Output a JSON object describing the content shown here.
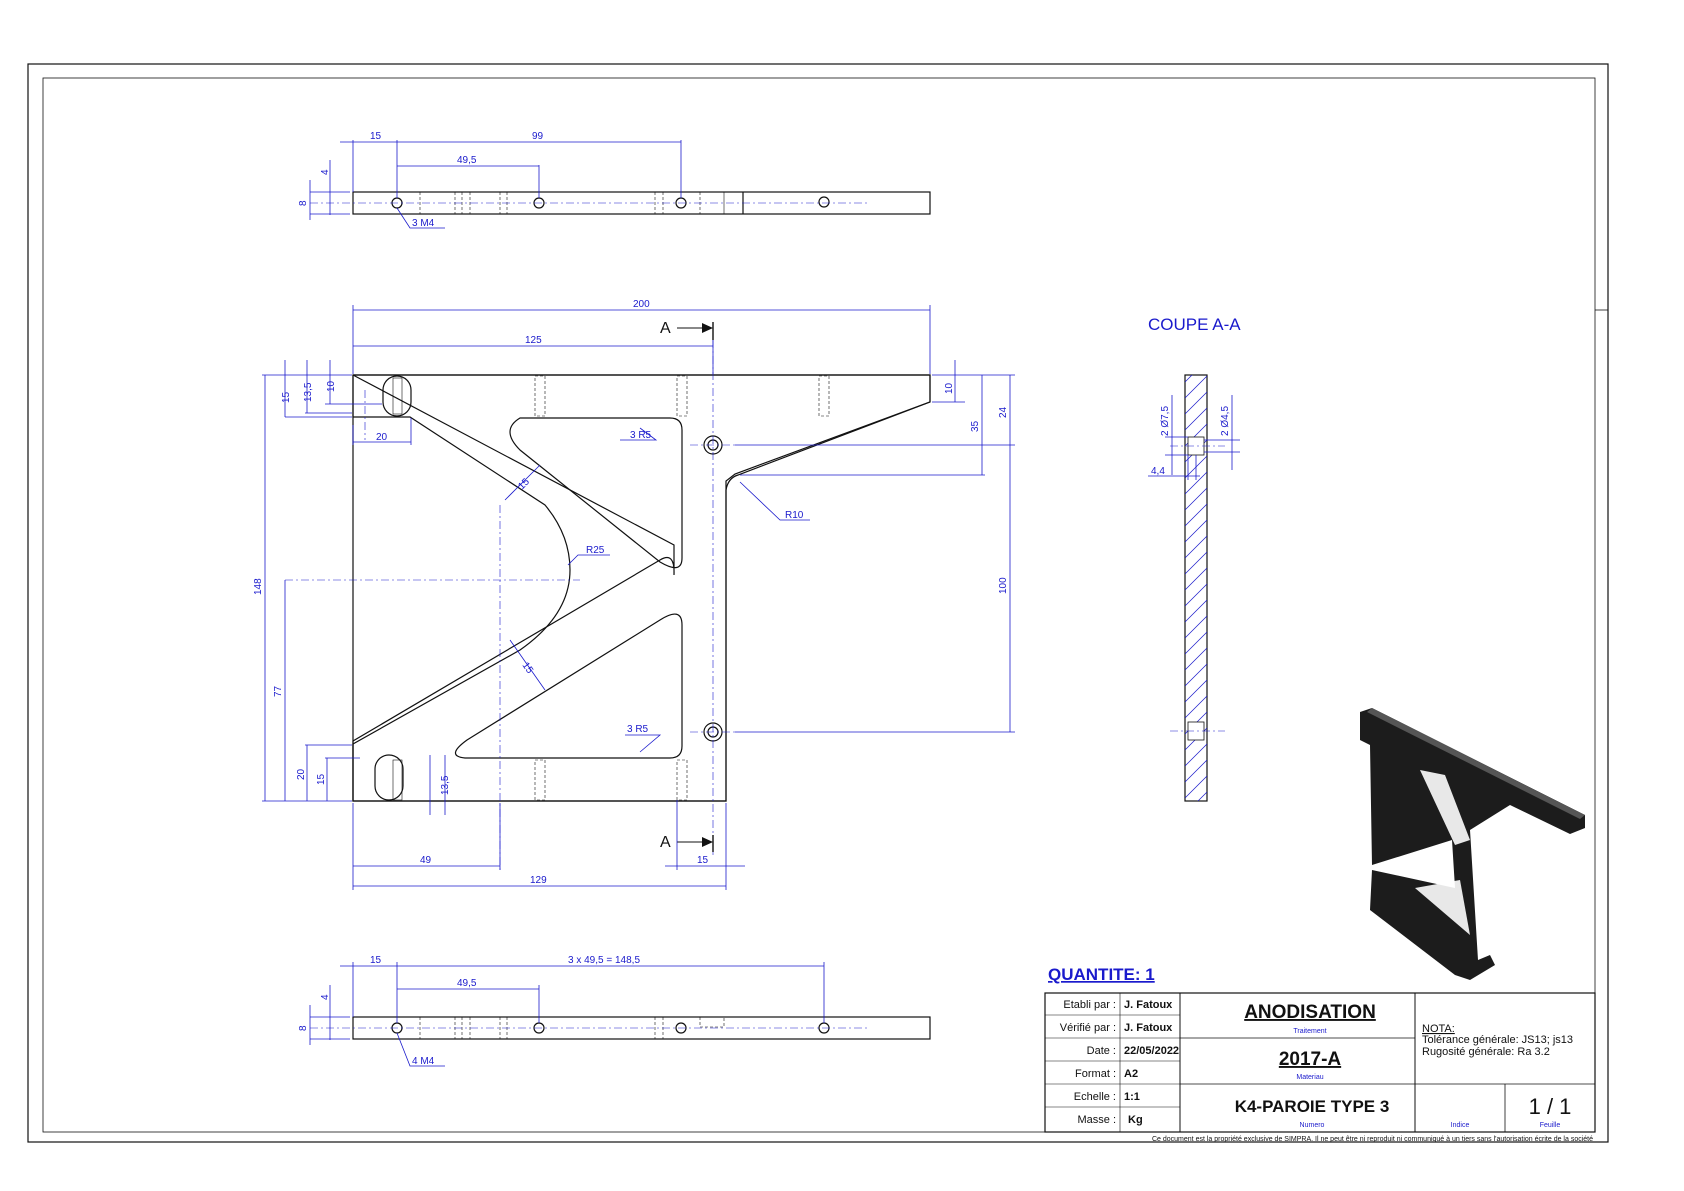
{
  "top_view": {
    "dims": [
      "15",
      "99",
      "49,5",
      "4",
      "8"
    ],
    "hole_note": "3 M4"
  },
  "main_view": {
    "dims_top": [
      "200",
      "125"
    ],
    "dims_left": [
      "15",
      "13,5",
      "10",
      "148",
      "77",
      "20",
      "15"
    ],
    "dims_right": [
      "10",
      "24",
      "35",
      "100"
    ],
    "dims_bottom": [
      "49",
      "129",
      "15",
      "20",
      "13,5"
    ],
    "radii": [
      "3 R5",
      "R10",
      "R25",
      "3 R5"
    ],
    "widths": [
      "15",
      "15"
    ],
    "section_mark": "A"
  },
  "section": {
    "title": "COUPE A-A",
    "dims": [
      "2 Ø7,5",
      "2 Ø4,5",
      "4,4"
    ]
  },
  "bottom_view": {
    "dims": [
      "15",
      "3 x 49,5 = 148,5",
      "49,5",
      "4",
      "8"
    ],
    "hole_note": "4 M4"
  },
  "quantity": "QUANTITE: 1",
  "title_block": {
    "etabli_label": "Etabli par :",
    "etabli_value": "J. Fatoux",
    "verifie_label": "Vérifié par :",
    "verifie_value": "J. Fatoux",
    "date_label": "Date :",
    "date_value": "22/05/2022",
    "format_label": "Format :",
    "format_value": "A2",
    "echelle_label": "Echelle :",
    "echelle_value": "1:1",
    "masse_label": "Masse :",
    "masse_value": "Kg",
    "treatment": "ANODISATION",
    "treatment_caption": "Traitement",
    "material": "2017-A",
    "material_caption": "Materiau",
    "part_name": "K4-PAROIE TYPE 3",
    "part_caption": "Numero",
    "indice_caption": "Indice",
    "sheet": "1 / 1",
    "sheet_caption": "Feuille",
    "note_title": "NOTA:",
    "note_line1": "Tolérance générale: JS13; js13",
    "note_line2": "Rugosité générale: Ra 3.2",
    "footer": "Ce document est la propriété exclusive de SIMPRA. Il ne peut être ni reproduit ni communiqué à un tiers sans l'autorisation écrite de la société"
  },
  "colors": {
    "dimension": "#1a1acc",
    "outline": "#111111",
    "render": "#1c1c1c"
  }
}
